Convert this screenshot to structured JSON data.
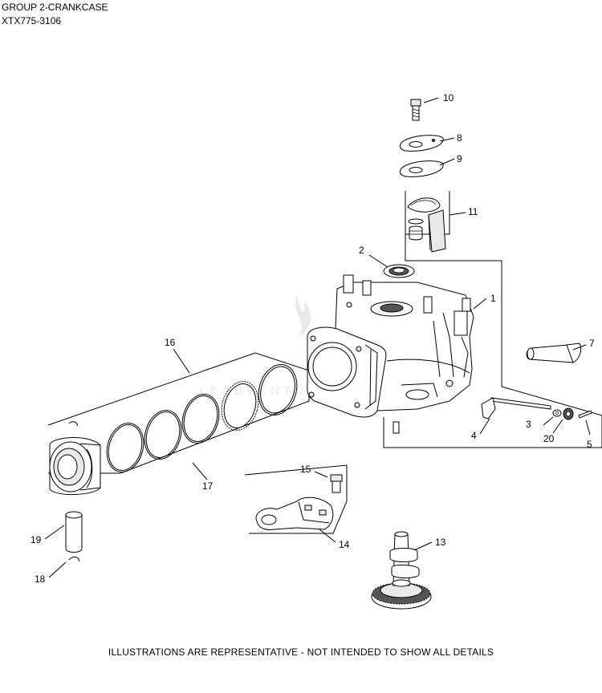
{
  "header": {
    "title": "GROUP 2-CRANKCASE",
    "model": "XTX775-3106"
  },
  "footer": {
    "note": "ILLUSTRATIONS ARE REPRESENTATIVE - NOT INTENDED TO SHOW ALL DETAILS"
  },
  "callouts": {
    "c1": "1",
    "c2": "2",
    "c3": "3",
    "c4": "4",
    "c5": "5",
    "c7": "7",
    "c8": "8",
    "c9": "9",
    "c10": "10",
    "c11": "11",
    "c13": "13",
    "c14": "14",
    "c15": "15",
    "c16": "16",
    "c17": "17",
    "c18": "18",
    "c19": "19",
    "c20": "20"
  },
  "watermark": {
    "text": "LEADVENTURE"
  }
}
